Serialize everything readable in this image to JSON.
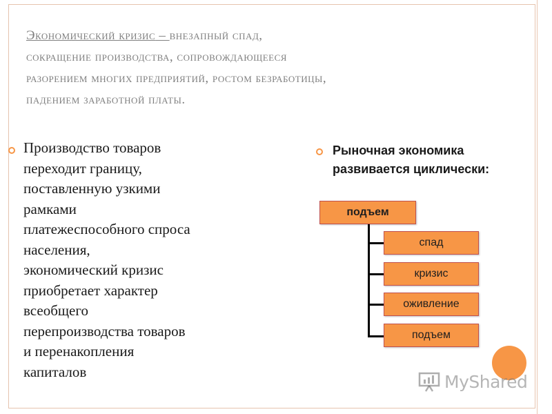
{
  "slide": {
    "title": {
      "term": "Экономический кризис",
      "dash": " – ",
      "lines": [
        "внезапный спад,",
        "сокращение производства, сопровождающееся",
        "разорением многих предприятий, ростом безработицы,",
        "падением заработной платы."
      ]
    },
    "left_bullet": {
      "lines": [
        "Производство товаров",
        "переходит границу,",
        "поставленную узкими",
        "рамками",
        "платежеспособного спроса",
        "населения,",
        "экономический кризис",
        "приобретает характер",
        "всеобщего",
        "перепроизводства товаров",
        "и перенакопления",
        "капиталов"
      ]
    },
    "right_bullet": {
      "lines": [
        "Рыночная экономика",
        "развивается циклически:"
      ]
    },
    "cycle_diagram": {
      "root": "подъем",
      "children": [
        "спад",
        "кризис",
        "оживление",
        "подъем"
      ]
    },
    "watermark": "MyShared",
    "colors": {
      "accent": "#f79646",
      "box_border": "#c0504d",
      "title_text": "#7f7f7f",
      "frame": "#e6c3ad"
    },
    "icons": {
      "bullet": "circle-bullet-icon",
      "watermark": "presentation-board-icon"
    }
  }
}
